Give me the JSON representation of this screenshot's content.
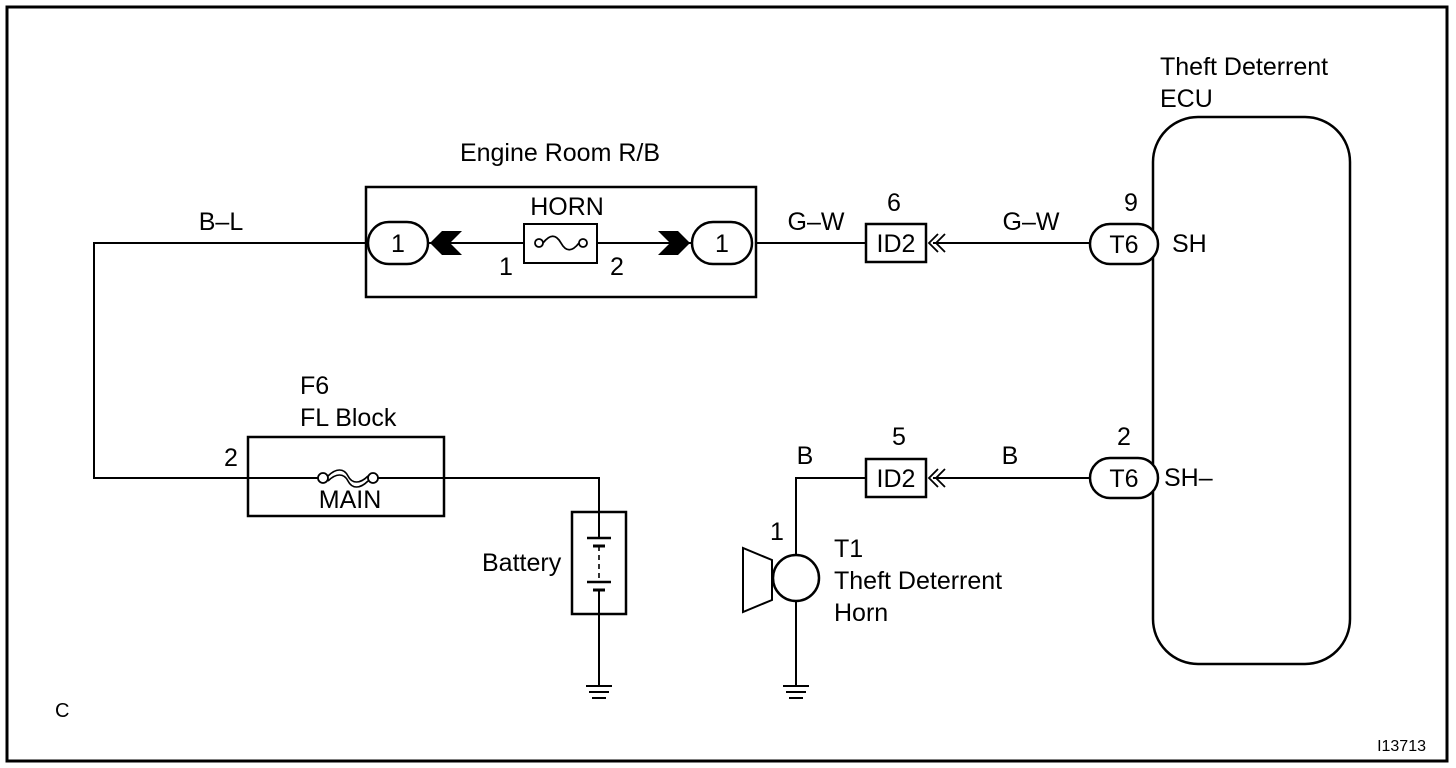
{
  "diagram": {
    "corner_letter": "C",
    "figure_id": "I13713",
    "ecu": {
      "title_line1": "Theft Deterrent",
      "title_line2": "ECU",
      "pin_top": {
        "number": "9",
        "connector": "T6",
        "name": "SH"
      },
      "pin_bottom": {
        "number": "2",
        "connector": "T6",
        "name": "SH–"
      }
    },
    "relay_block": {
      "title": "Engine Room R/B",
      "fuse_label": "HORN",
      "left_connector": "1",
      "right_connector": "1",
      "fuse_pin_left": "1",
      "fuse_pin_right": "2"
    },
    "wire_colors": {
      "top_left": "B–L",
      "top_mid": "G–W",
      "top_right": "G–W",
      "bottom_left": "B",
      "bottom_right": "B"
    },
    "junction_top": {
      "connector": "ID2",
      "pin": "6"
    },
    "junction_bottom": {
      "connector": "ID2",
      "pin": "5"
    },
    "fl_block": {
      "title_line1": "F6",
      "title_line2": "FL Block",
      "fuse_label": "MAIN",
      "pin": "2"
    },
    "battery_label": "Battery",
    "horn": {
      "pin": "1",
      "line1": "T1",
      "line2": "Theft Deterrent",
      "line3": "Horn"
    }
  }
}
